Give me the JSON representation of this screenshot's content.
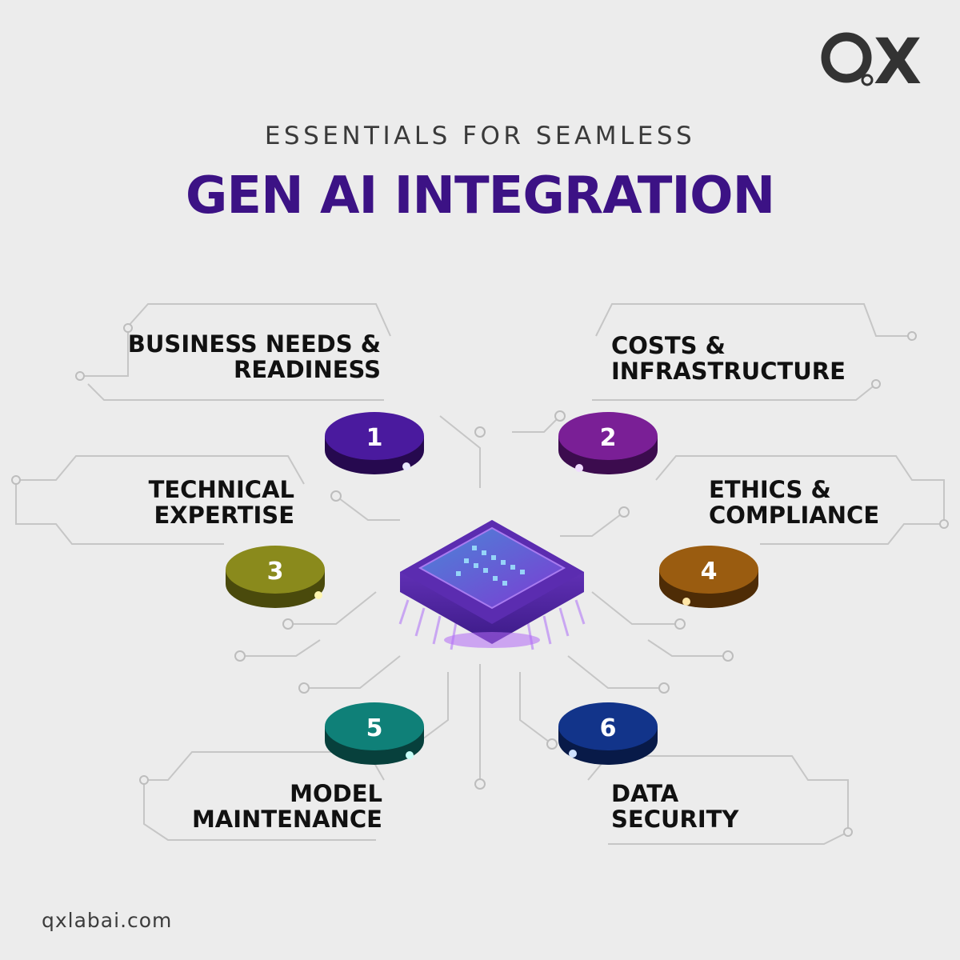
{
  "header": {
    "subtitle": "ESSENTIALS FOR SEAMLESS",
    "title": "GEN AI INTEGRATION"
  },
  "logo": {
    "text_x": "X",
    "icon": "qx-logo-icon"
  },
  "chip": {
    "icon": "ai-chip-icon"
  },
  "items": [
    {
      "number": "1",
      "line1": "BUSINESS NEEDS &",
      "line2": "READINESS",
      "color": "#4a1a9e"
    },
    {
      "number": "2",
      "line1": "COSTS &",
      "line2": "INFRASTRUCTURE",
      "color": "#7a1f96"
    },
    {
      "number": "3",
      "line1": "TECHNICAL",
      "line2": "EXPERTISE",
      "color": "#8a8a1c"
    },
    {
      "number": "4",
      "line1": "ETHICS &",
      "line2": "COMPLIANCE",
      "color": "#9a5c10"
    },
    {
      "number": "5",
      "line1": "MODEL",
      "line2": "MAINTENANCE",
      "color": "#0f8078"
    },
    {
      "number": "6",
      "line1": "DATA",
      "line2": "SECURITY",
      "color": "#12348a"
    }
  ],
  "footer": {
    "website": "qxlabai.com"
  },
  "colors": {
    "title": "#3c1285",
    "background": "#ececec",
    "circuit": "#c4c4c4"
  }
}
